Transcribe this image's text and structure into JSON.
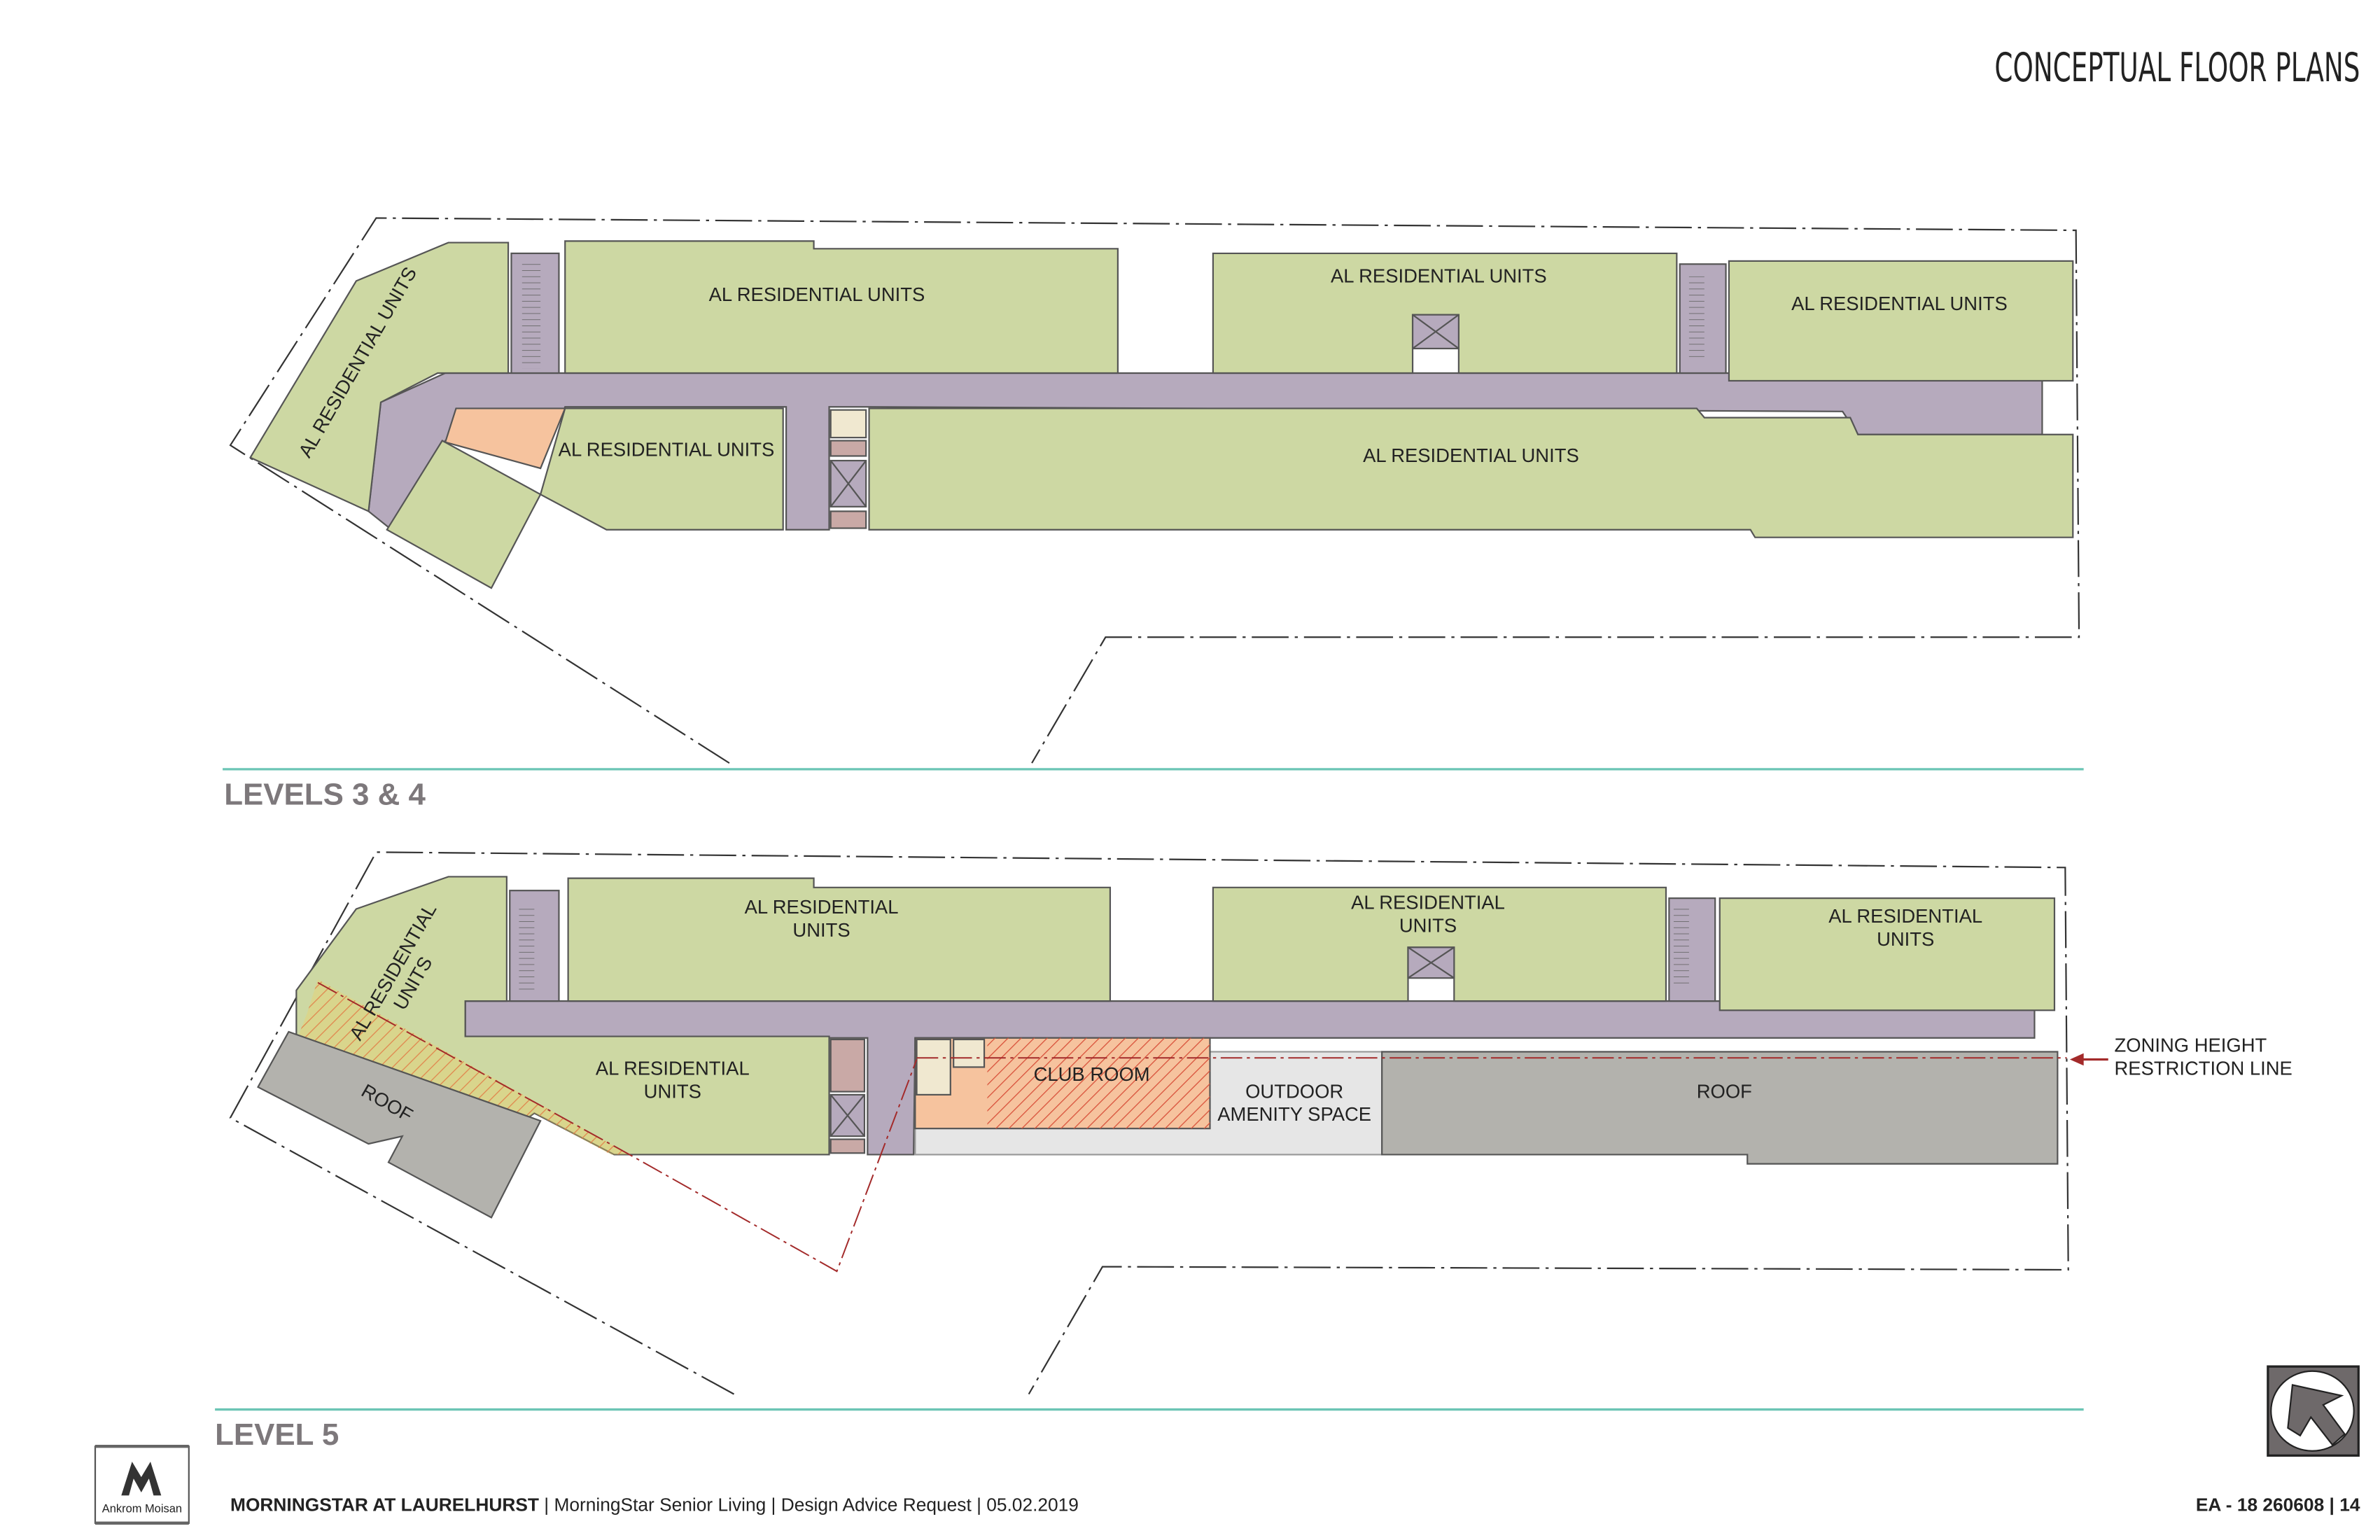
{
  "title": "CONCEPTUAL FLOOR PLANS",
  "levels": [
    {
      "name": "LEVELS 3 & 4",
      "labels": [
        "AL RESIDENTIAL UNITS",
        "AL RESIDENTIAL UNITS",
        "AL RESIDENTIAL UNITS",
        "AL RESIDENTIAL UNITS",
        "AL RESIDENTIAL UNITS",
        "AL RESIDENTIAL UNITS"
      ]
    },
    {
      "name": "LEVEL 5",
      "labels": {
        "unit": "AL RESIDENTIAL",
        "unit2": "UNITS",
        "club_room": "CLUB ROOM",
        "outdoor1": "OUTDOOR",
        "outdoor2": "AMENITY SPACE",
        "roof": "ROOF"
      }
    }
  ],
  "annotation": {
    "line1": "ZONING HEIGHT",
    "line2": "RESTRICTION LINE"
  },
  "logo": {
    "text": "Ankrom Moisan"
  },
  "footer": {
    "project": "MORNINGSTAR AT LAURELHURST",
    "client": "MorningStar Senior Living",
    "phase": "Design Advice Request",
    "date": "05.02.2019",
    "job": "EA - 18 260608",
    "page": "14"
  },
  "colors": {
    "unit": "#cdd8a3",
    "corridor": "#b6aabd",
    "roof": "#b3b2ad",
    "club": "#f6c39e",
    "teal": "#6cc5b5",
    "zoning": "#a32a2a"
  }
}
